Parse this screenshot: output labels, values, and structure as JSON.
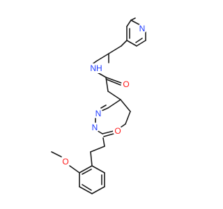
{
  "canvas": {
    "background": "#ffffff"
  },
  "colors": {
    "bond": "#1a1a1a",
    "carbon": "#1a1a1a",
    "nitrogen": "#1f3bff",
    "oxygen": "#ff1a1a"
  },
  "atoms": {
    "pyridine_n": "N",
    "amide_nh": "NH",
    "amide_o": "O",
    "oxadiazole_n3": "N",
    "oxadiazole_n4": "N",
    "oxadiazole_o": "O",
    "methoxy_o": "O"
  }
}
